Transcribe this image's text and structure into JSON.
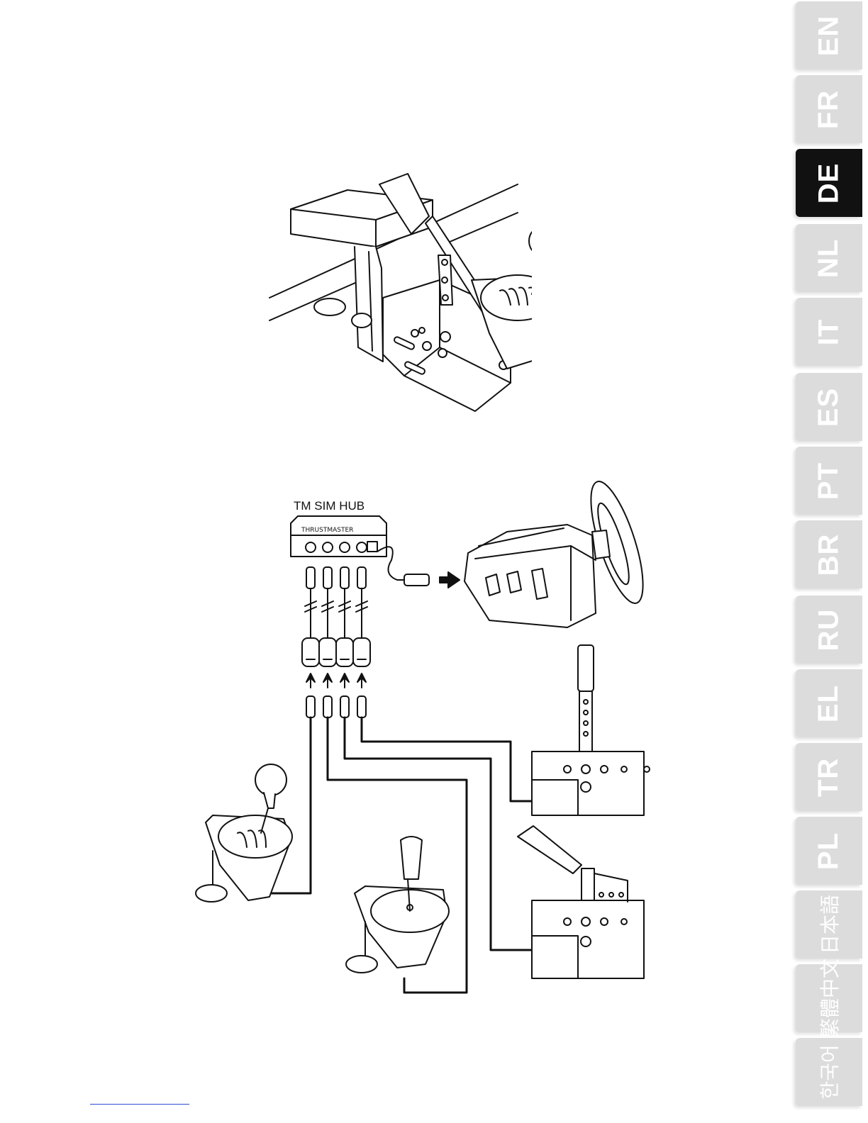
{
  "language_tabs": [
    {
      "label": "EN",
      "active": false
    },
    {
      "label": "FR",
      "active": false
    },
    {
      "label": "DE",
      "active": true
    },
    {
      "label": "NL",
      "active": false
    },
    {
      "label": "IT",
      "active": false
    },
    {
      "label": "ES",
      "active": false
    },
    {
      "label": "PT",
      "active": false
    },
    {
      "label": "BR",
      "active": false
    },
    {
      "label": "RU",
      "active": false
    },
    {
      "label": "EL",
      "active": false
    },
    {
      "label": "TR",
      "active": false
    },
    {
      "label": "PL",
      "active": false
    },
    {
      "label": "日本語",
      "active": false
    },
    {
      "label": "繁體中文",
      "active": false
    },
    {
      "label": "한국어",
      "active": false
    }
  ],
  "diagram": {
    "hub_label": "TM SIM HUB",
    "hub_brand": "THRUSTMASTER"
  },
  "colors": {
    "tab_inactive": "#dcdcdc",
    "tab_active": "#111111",
    "line_art": "#111111",
    "footer_link": "#2d4bd8"
  }
}
